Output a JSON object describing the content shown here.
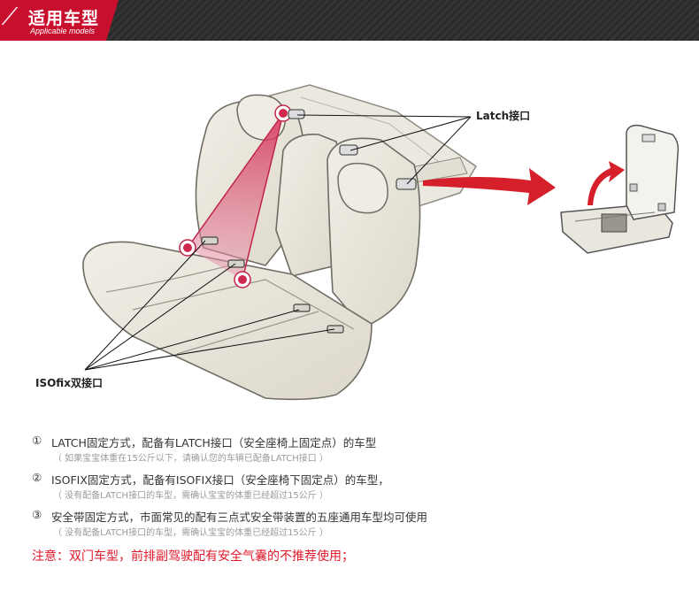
{
  "header": {
    "title": "适用车型",
    "subtitle": "Applicable models",
    "accent_color": "#c8102e"
  },
  "diagram": {
    "latch_label": "Latch接口",
    "isofix_label": "ISOfix双接口"
  },
  "notes": [
    {
      "number": "①",
      "text": "LATCH固定方式，配备有LATCH接口（安全座椅上固定点）的车型",
      "sub": "（ 如果宝宝体重在15公斤以下，请确认您的车辆已配备LATCH接口 ）"
    },
    {
      "number": "②",
      "text": "ISOFIX固定方式，配备有ISOFIX接口（安全座椅下固定点）的车型，",
      "sub": "（ 没有配备LATCH接口的车型，需确认宝宝的体重已经超过15公斤 ）"
    },
    {
      "number": "③",
      "text": "安全带固定方式，市面常见的配有三点式安全带装置的五座通用车型均可使用",
      "sub": "（ 没有配备LATCH接口的车型，需确认宝宝的体重已经超过15公斤 ）"
    }
  ],
  "warning": "注意：双门车型，前排副驾驶配有安全气囊的不推荐使用；",
  "warning_color": "#e0182b"
}
